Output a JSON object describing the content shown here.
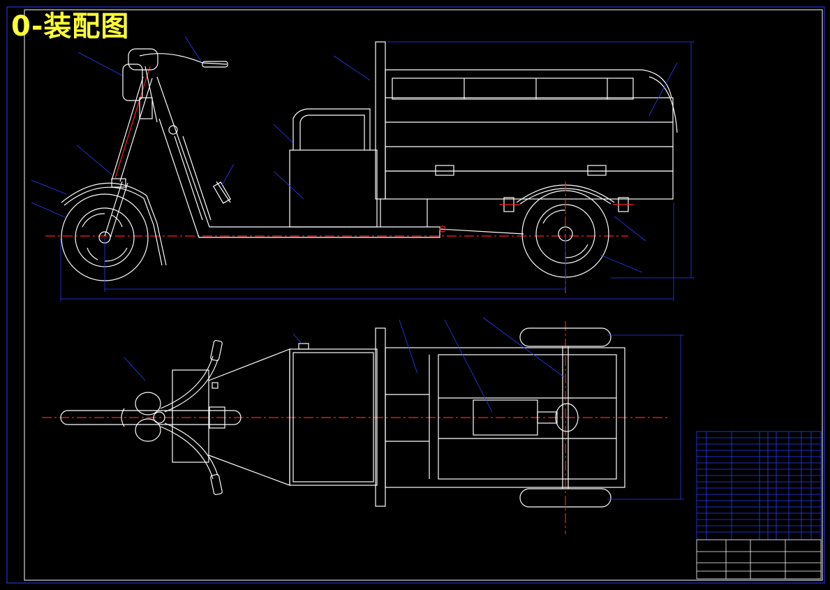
{
  "title": "0-装配图",
  "colors": {
    "background": "#000000",
    "outline": "#ffffff",
    "center_line": "#ff2020",
    "dimension": "#2a3cff",
    "title": "#ffff33"
  },
  "icons": [
    "tricycle-side-view",
    "tricycle-top-view",
    "parts-table",
    "title-block"
  ]
}
